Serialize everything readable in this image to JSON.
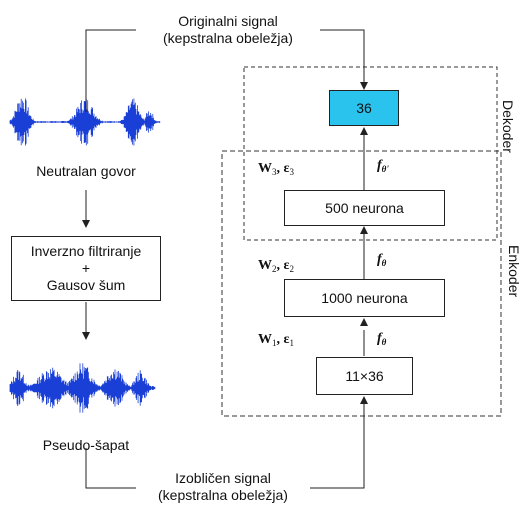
{
  "top_label": {
    "line1": "Originalni signal",
    "line2": "(kepstralna obeležja)"
  },
  "bottom_label": {
    "line1": "Izobličen signal",
    "line2": "(kepstralna obeležja)"
  },
  "left": {
    "neutral_caption": "Neutralan govor",
    "process_box": {
      "line1": "Inverzno filtriranje",
      "line2": "+",
      "line3": "Gausov šum"
    },
    "pseudo_caption": "Pseudo-šapat"
  },
  "network": {
    "output_box": "36",
    "hidden2_box": "500 neurona",
    "hidden1_box": "1000 neurona",
    "input_box": "11×36",
    "w3": "W",
    "w3_sub": "3",
    "eps3": "ε",
    "eps3_sub": "3",
    "w2": "W",
    "w2_sub": "2",
    "eps2": "ε",
    "eps2_sub": "2",
    "w1": "W",
    "w1_sub": "1",
    "eps1": "ε",
    "eps1_sub": "1",
    "f_dec": "f",
    "f_dec_sub": "θ'",
    "f2": "f",
    "f2_sub": "θ",
    "f1": "f",
    "f1_sub": "θ"
  },
  "group_labels": {
    "decoder": "Dekoder",
    "encoder": "Enkoder"
  },
  "colors": {
    "output_fill": "#29c3ee",
    "wave": "#1a3fd6"
  }
}
